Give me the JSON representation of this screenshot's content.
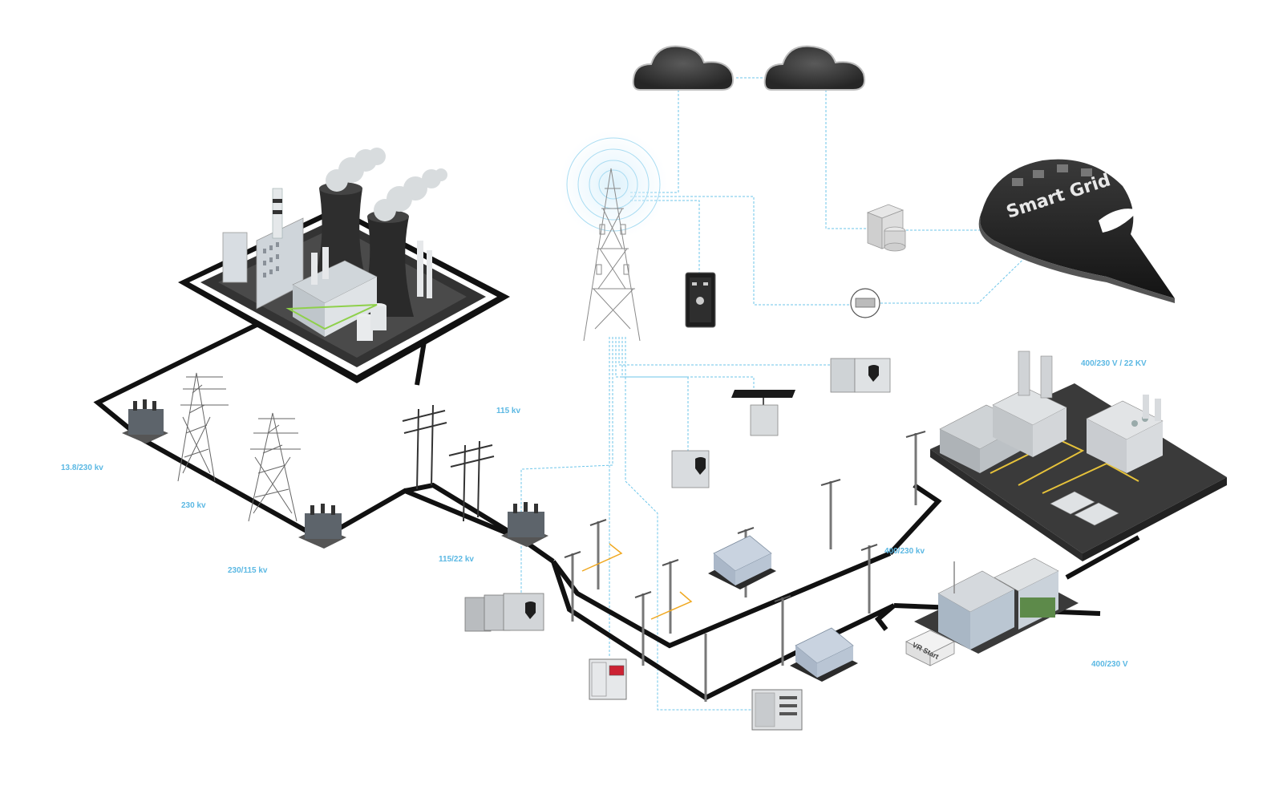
{
  "labels": {
    "gen_step": "13.8/230 kv",
    "line_230": "230 kv",
    "sub_230_115": "230/115 kv",
    "line_115": "115 kv",
    "sub_115_22": "115/22 kv",
    "dist_400_230": "400/230 kv",
    "industrial": "400/230 V / 22 KV",
    "commercial": "400/230 V"
  },
  "smart_grid": {
    "logo": "Smart Grid"
  },
  "van": {
    "text": "VR Start"
  },
  "colors": {
    "power_line": "#111111",
    "comm_link": "#6ec6ea",
    "label": "#5bb8e3",
    "local_wire": "#f0a820",
    "dark_device": "#2a2a2a"
  }
}
